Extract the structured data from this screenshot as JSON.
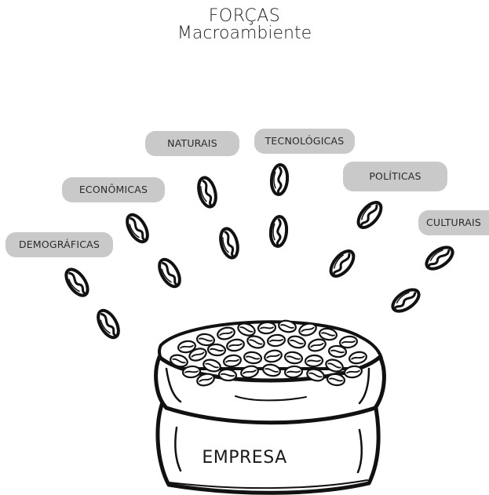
{
  "title": {
    "line1": "FORÇAS",
    "line2": "Macroambiente"
  },
  "forces": [
    {
      "label": "DEMOGRÁFICAS"
    },
    {
      "label": "ECONÔMICAS"
    },
    {
      "label": "NATURAIS"
    },
    {
      "label": "TECNOLÓGICAS"
    },
    {
      "label": "POLÍTICAS"
    },
    {
      "label": "CULTURAIS"
    }
  ],
  "company": {
    "label": "EMPRESA"
  },
  "colors": {
    "pill_fill": "#c9c9c9",
    "ink": "#1a1a1a",
    "background": "#ffffff"
  }
}
